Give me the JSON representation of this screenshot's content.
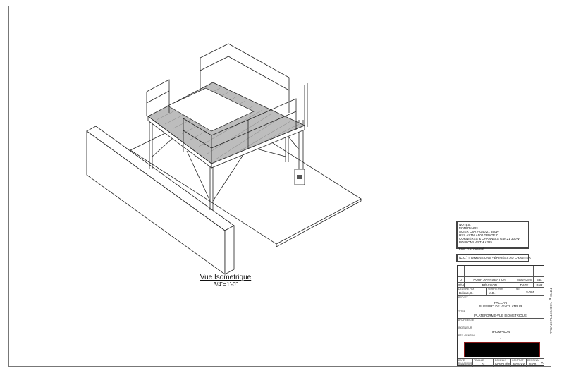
{
  "drawing": {
    "view_title": "Vue Isometrique",
    "scale": "3/4\"=1'-0\"",
    "subject": "isometric-platform-with-guardrails-stairs-and-wall"
  },
  "notes": {
    "lines": [
      "NOTES:",
      "MATÉRIAUX:",
      "ACIER CSA # G40.21 350W",
      "HSS ASTM A500 GRADE C",
      "CORNIÈRES & CHANNELS G40.21 300W",
      "BOULONS ASTM A325",
      "",
      "FINI: GALVANISÉ"
    ],
    "dimension_note": "(D.C.) = DIMENSIONS VÉRIFIÉES AU CHANTIER"
  },
  "title_block": {
    "revisions": [
      {
        "no": "",
        "description": "",
        "date": "",
        "by": ""
      },
      {
        "no": "",
        "description": "",
        "date": "",
        "by": ""
      },
      {
        "no": "0",
        "description": "POUR APPROBATION",
        "date": "25/AVR/2025",
        "by": "B.B."
      }
    ],
    "rev_header": {
      "no": "RÉV.",
      "description": "RÉVISION",
      "date": "DATE",
      "by": "PAR"
    },
    "drawn_by_label": "DESSINÉ PAR",
    "drawn_by": "Bolduc, B.",
    "checked_by_label": "VÉRIFIÉ PAR",
    "checked_by": "M.D.",
    "drawing_no_label": "No",
    "drawing_no": "S-001",
    "project_label": "PROJET",
    "project_line1": "PACCAR",
    "project_line2": "SUPPORT DE VENTILATEUR",
    "title_label": "TITRE",
    "title": "PLATEFORME-VUE ISOMETRIQUE",
    "architect_label": "ARCHITECTE",
    "architect": "-",
    "engineer_label": "INGÉNIEUR",
    "engineer": "THOMPSON",
    "ref_label": "RÉF. GÉNÉRAL",
    "ref": "-",
    "footer": [
      {
        "label": "DATE",
        "value": "25/AVR/2025"
      },
      {
        "label": "FEUILLE",
        "value": "01"
      },
      {
        "label": "ÉCHELLE",
        "value": "INDIQUÉE"
      },
      {
        "label": "CONTRAT",
        "value": "2025-XX"
      },
      {
        "label": "DESSIN No",
        "value": "S-00"
      },
      {
        "label": "",
        "value": "A"
      }
    ],
    "side_text": "TITRE ▸ ACIER STRUCTURAL"
  },
  "colors": {
    "line": "#222222",
    "grating": "#999999",
    "border": "#777777",
    "stamp_border": "#8b1a1a"
  }
}
